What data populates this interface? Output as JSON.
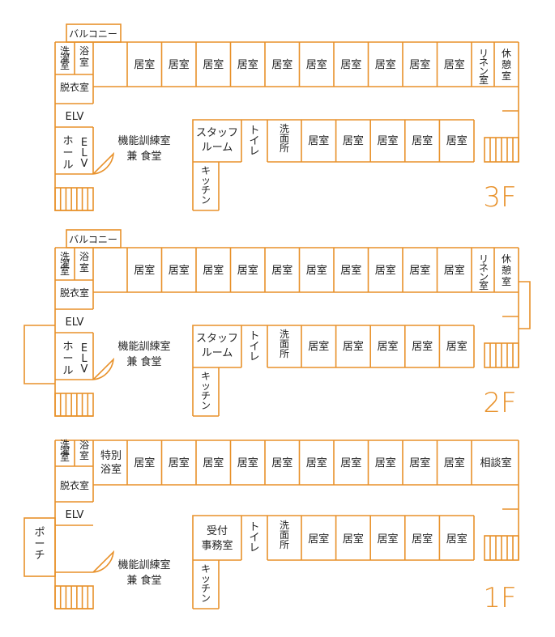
{
  "floors": [
    {
      "level": "3F",
      "rooms": {
        "balcony": "バルコニー",
        "laundry": "洗濯室",
        "bath": "浴室",
        "dressing": "脱衣室",
        "elv": "ELV",
        "hall": "ホール",
        "elv_shaft": "ELV",
        "dining": [
          "機能訓練室",
          "兼 食堂"
        ],
        "staff": [
          "スタッフ",
          "ルーム"
        ],
        "toilet": "トイレ",
        "washroom": "洗面所",
        "kitchen": "キッチン",
        "linen": "リネン室",
        "rest": "休憩室",
        "top_rooms": [
          "居室",
          "居室",
          "居室",
          "居室",
          "居室",
          "居室",
          "居室",
          "居室",
          "居室",
          "居室"
        ],
        "bottom_rooms": [
          "居室",
          "居室",
          "居室",
          "居室",
          "居室"
        ]
      }
    },
    {
      "level": "2F",
      "rooms": {
        "balcony": "バルコニー",
        "laundry": "洗濯室",
        "bath": "浴室",
        "dressing": "脱衣室",
        "elv": "ELV",
        "hall": "ホール",
        "elv_shaft": "ELV",
        "dining": [
          "機能訓練室",
          "兼 食堂"
        ],
        "staff": [
          "スタッフ",
          "ルーム"
        ],
        "toilet": "トイレ",
        "washroom": "洗面所",
        "kitchen": "キッチン",
        "linen": "リネン室",
        "rest": "休憩室",
        "top_rooms": [
          "居室",
          "居室",
          "居室",
          "居室",
          "居室",
          "居室",
          "居室",
          "居室",
          "居室",
          "居室"
        ],
        "bottom_rooms": [
          "居室",
          "居室",
          "居室",
          "居室",
          "居室"
        ]
      }
    },
    {
      "level": "1F",
      "rooms": {
        "laundry": "洗濯室",
        "bath": "浴室",
        "special_bath": [
          "特別",
          "浴室"
        ],
        "dressing": "脱衣室",
        "elv": "ELV",
        "porch": "ポーチ",
        "dining": [
          "機能訓練室",
          "兼 食堂"
        ],
        "reception": [
          "受付",
          "事務室"
        ],
        "toilet": "トイレ",
        "washroom": "洗面所",
        "kitchen": "キッチン",
        "consult": "相談室",
        "top_rooms": [
          "居室",
          "居室",
          "居室",
          "居室",
          "居室",
          "居室",
          "居室",
          "居室",
          "居室",
          "居室"
        ],
        "bottom_rooms": [
          "居室",
          "居室",
          "居室",
          "居室",
          "居室"
        ]
      }
    }
  ]
}
